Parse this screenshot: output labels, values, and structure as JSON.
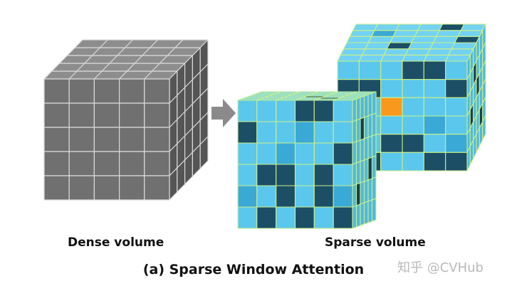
{
  "labels": {
    "dense": "Dense volume",
    "sparse": "Sparse volume",
    "caption": "(a) Sparse Window Attention"
  },
  "watermark": "知乎 @CVHub",
  "colors": {
    "dense_front": "#707070",
    "dense_top": "#8d8d8d",
    "dense_side": "#555555",
    "dense_grid": "#d9d9d9",
    "sparse_light": "#5cc7ec",
    "sparse_mid": "#3aa9d6",
    "sparse_dark": "#1c4e66",
    "sparse_grid": "#c9f08a",
    "highlight": "#f8991d",
    "arrow": "#8a8a8a"
  },
  "icons": {
    "arrow": "right-arrow-icon"
  }
}
